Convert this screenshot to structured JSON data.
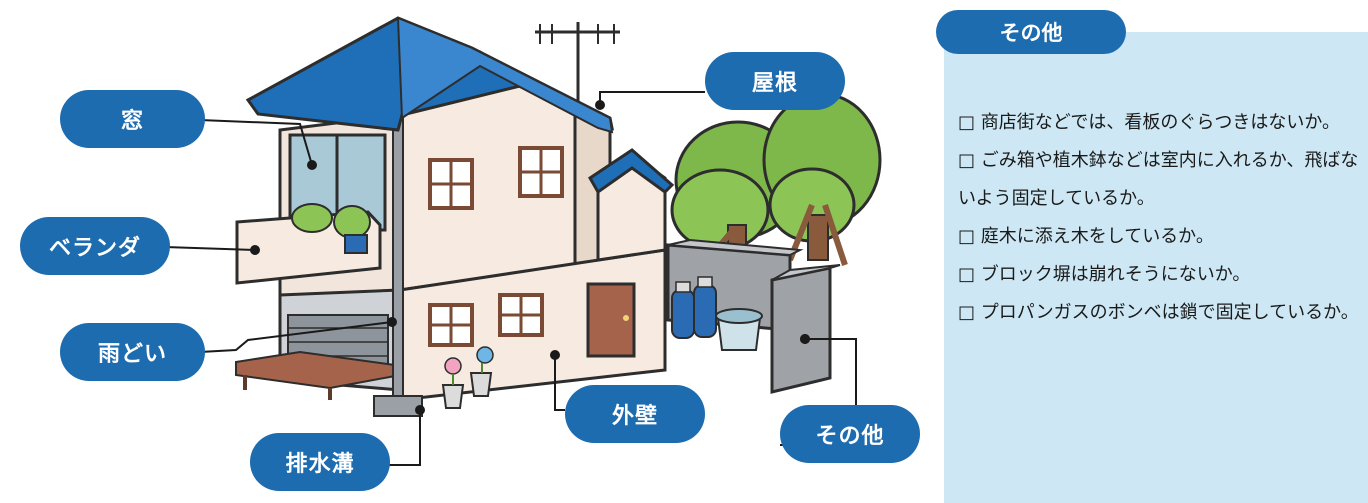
{
  "callouts": {
    "window": "窓",
    "veranda": "ベランダ",
    "gutter": "雨どい",
    "drain": "排水溝",
    "roof": "屋根",
    "wall": "外壁",
    "other": "その他"
  },
  "panel": {
    "title": "その他",
    "items": [
      "□ 商店街などでは、看板のぐらつきはないか。",
      "□ ごみ箱や植木鉢などは室内に入れるか、飛ばないよう固定しているか。",
      "□ 庭木に添え木をしているか。",
      "□ ブロック塀は崩れそうにないか。",
      "□ プロパンガスのボンベは鎖で固定しているか。"
    ]
  },
  "colors": {
    "accent": "#1d6cb0",
    "panel_bg": "#cde8f4",
    "roof": "#1f6fb8",
    "wall": "#f7ebe1"
  }
}
